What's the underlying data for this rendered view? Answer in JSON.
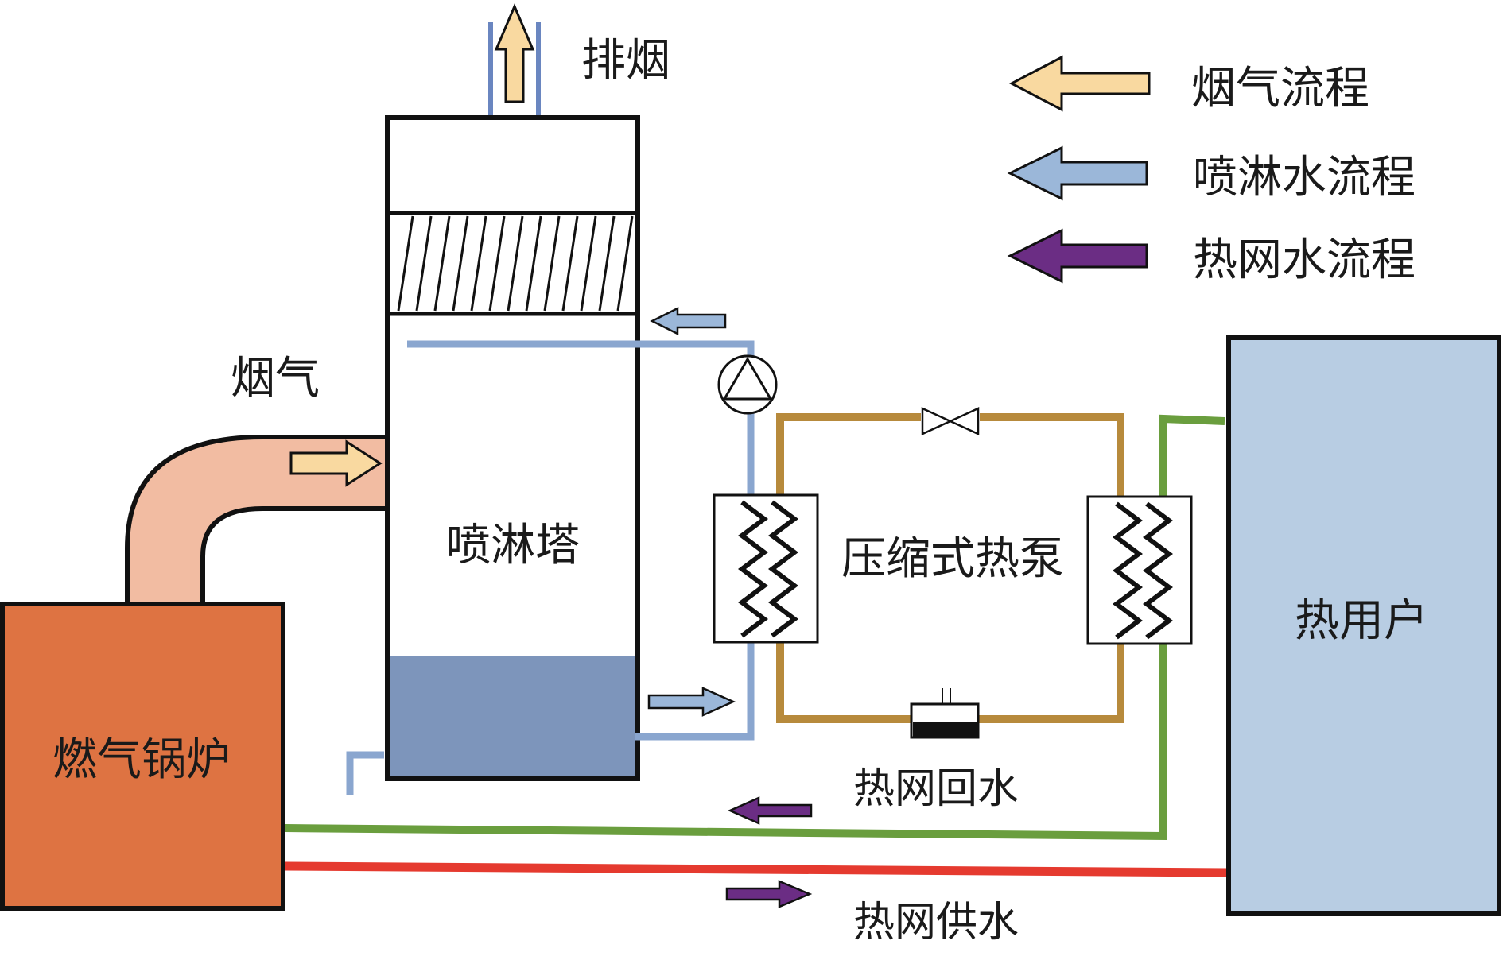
{
  "legend": {
    "items": [
      {
        "label": "烟气流程",
        "color": "#f9d9a0"
      },
      {
        "label": "喷淋水流程",
        "color": "#9bb7d9"
      },
      {
        "label": "热网水流程",
        "color": "#6b2d84"
      }
    ]
  },
  "labels": {
    "exhaust": "排烟",
    "flue_gas": "烟气",
    "spray_tower": "喷淋塔",
    "heat_pump": "压缩式热泵",
    "heat_user": "热用户",
    "boiler": "燃气锅炉",
    "return_water": "热网回水",
    "supply_water": "热网供水"
  },
  "colors": {
    "boiler": "#de7342",
    "heat_user": "#b8cde3",
    "spray_water": "#7d95bb",
    "spray_pipe": "#8aa6cf",
    "flue_pipe": "#f2bca2",
    "refrigerant": "#b78a3c",
    "return_pipe": "#6a9e3e",
    "supply_pipe": "#e53a2f",
    "flue_arrow": "#f9d9a0",
    "spray_arrow": "#9bb7d9",
    "net_arrow": "#6b2d84"
  }
}
